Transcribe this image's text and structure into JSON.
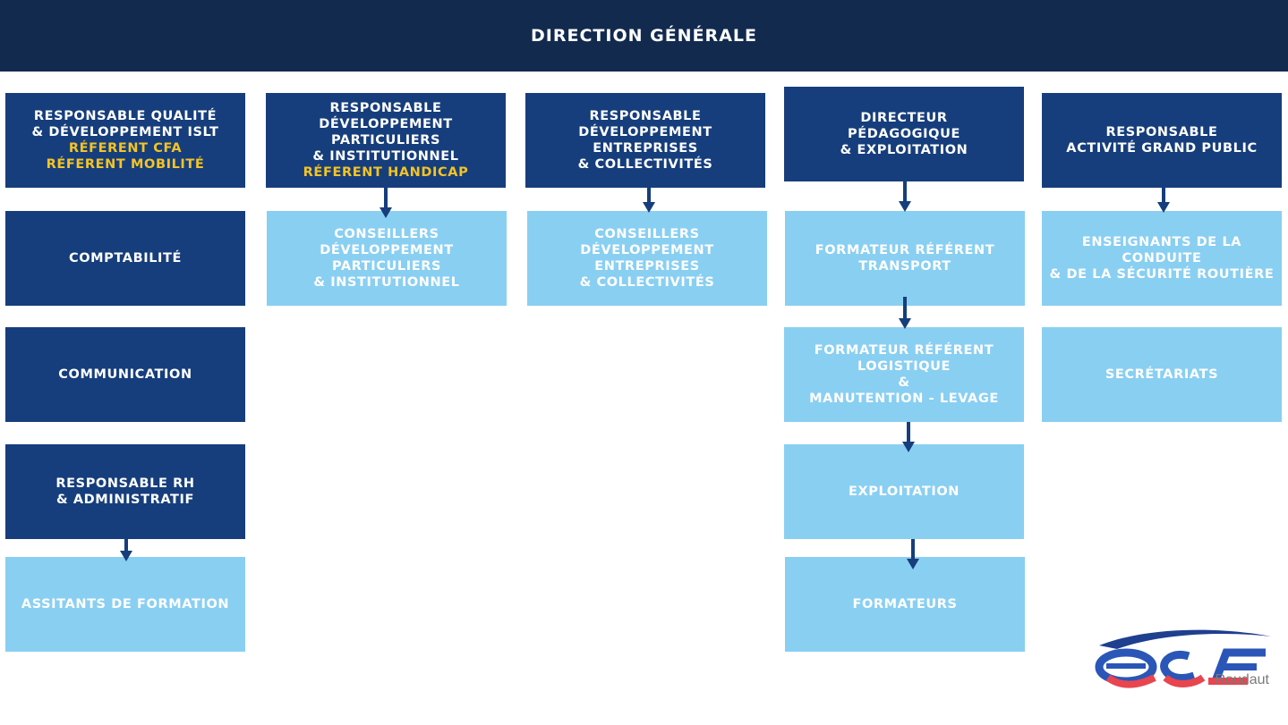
{
  "header": {
    "title": "DIRECTION GÉNÉRALE"
  },
  "col1": {
    "qualite": [
      "RESPONSABLE QUALITÉ",
      "& DÉVELOPPEMENT ISLT"
    ],
    "qualite_ref": [
      "RÉFERENT CFA",
      "RÉFERENT MOBILITÉ"
    ],
    "comptabilite": "COMPTABILITÉ",
    "communication": "COMMUNICATION",
    "rh": [
      "RESPONSABLE RH",
      "& ADMINISTRATIF"
    ],
    "assistants": "ASSITANTS DE FORMATION"
  },
  "col2": {
    "head": [
      "RESPONSABLE",
      "DÉVELOPPEMENT",
      "PARTICULIERS",
      "& INSTITUTIONNEL"
    ],
    "head_ref": "RÉFERENT HANDICAP",
    "child": [
      "CONSEILLERS",
      "DÉVELOPPEMENT",
      "PARTICULIERS",
      "& INSTITUTIONNEL"
    ]
  },
  "col3": {
    "head": [
      "RESPONSABLE",
      "DÉVELOPPEMENT",
      "ENTREPRISES",
      "& COLLECTIVITÉS"
    ],
    "child": [
      "CONSEILLERS",
      "DÉVELOPPEMENT",
      "ENTREPRISES",
      "& COLLECTIVITÉS"
    ]
  },
  "col4": {
    "head": [
      "DIRECTEUR",
      "PÉDAGOGIQUE",
      "& EXPLOITATION"
    ],
    "transport": [
      "FORMATEUR RÉFÉRENT",
      "TRANSPORT"
    ],
    "logistique": [
      "FORMATEUR RÉFÉRENT",
      "LOGISTIQUE",
      "&",
      "MANUTENTION - LEVAGE"
    ],
    "exploitation": "EXPLOITATION",
    "formateurs": "FORMATEURS"
  },
  "col5": {
    "head": [
      "RESPONSABLE",
      "ACTIVITÉ GRAND PUBLIC"
    ],
    "enseignants": [
      "ENSEIGNANTS DE LA CONDUITE",
      "& DE LA SÉCURITÉ ROUTIÈRE"
    ],
    "secretariats": "SECRÉTARIATS"
  },
  "logo": {
    "brand": "ecf",
    "agency": "Roudaut"
  },
  "colors": {
    "navy": "#132a4f",
    "dark_blue": "#163e7c",
    "light_blue": "#89cff2",
    "highlight": "#f5c424"
  }
}
